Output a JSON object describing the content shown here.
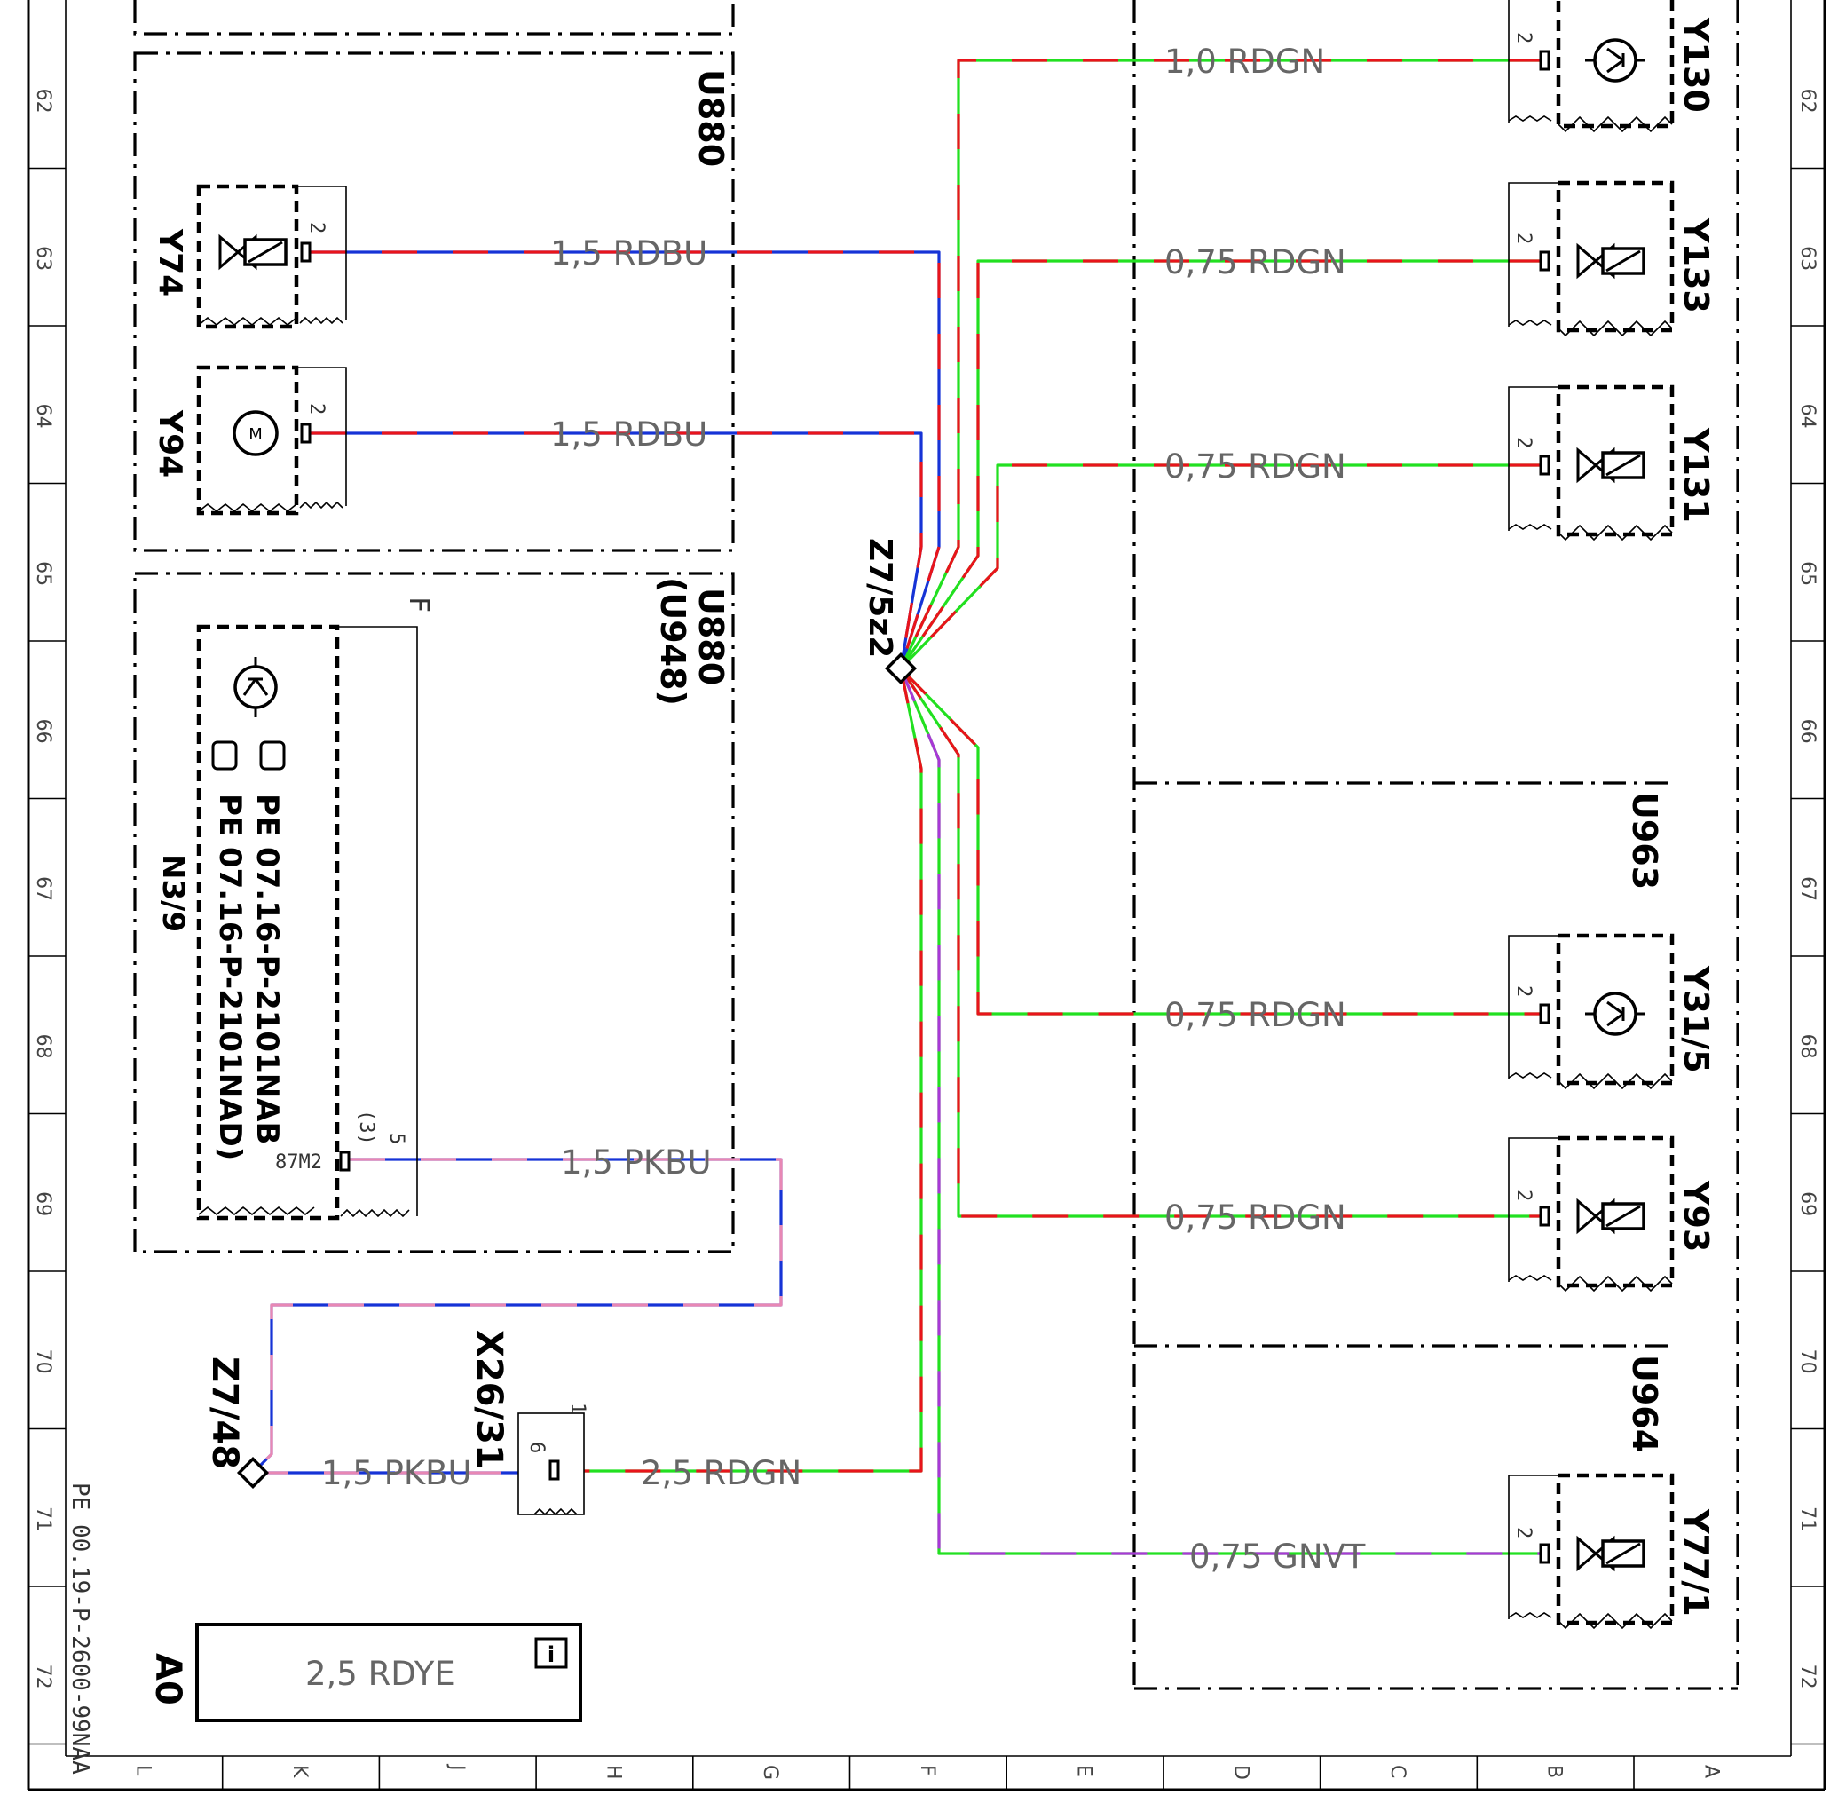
{
  "document_id": "PE 00.19-P-2600-99NAA",
  "row_labels": [
    "62",
    "63",
    "64",
    "65",
    "66",
    "67",
    "68",
    "69",
    "70",
    "71",
    "72"
  ],
  "column_labels": [
    "L",
    "K",
    "J",
    "H",
    "G",
    "F",
    "E",
    "D",
    "C",
    "B",
    "A"
  ],
  "groups": {
    "u880_top": "U880",
    "u880_mid": "U880",
    "u880_mid_alt": "(U948)",
    "u963": "U963",
    "u964": "U964"
  },
  "components": {
    "y74": {
      "ref": "Y74",
      "pin": "2"
    },
    "y94": {
      "ref": "Y94",
      "pin": "2"
    },
    "n3_9": {
      "ref": "N3/9",
      "note1": "PE 07.16-P-2101NAB",
      "note2": "PE 07.16-P-2101NAD)",
      "pin": "5",
      "pin_alt": "(3)",
      "pin_name": "87M2",
      "mark": "F"
    },
    "y130": {
      "ref": "Y130",
      "pin": "2"
    },
    "y133": {
      "ref": "Y133",
      "pin": "2"
    },
    "y131": {
      "ref": "Y131",
      "pin": "2"
    },
    "y31_5": {
      "ref": "Y31/5",
      "pin": "2"
    },
    "y93": {
      "ref": "Y93",
      "pin": "2"
    },
    "y77_1": {
      "ref": "Y77/1",
      "pin": "2"
    },
    "x26_31": {
      "ref": "X26/31",
      "pin": "6",
      "pin_top": "1"
    }
  },
  "splices": {
    "z7_5z2": "Z7/5z2",
    "z7_48": "Z7/48"
  },
  "wires": {
    "y74": "1,5 RDBU",
    "y94": "1,5 RDBU",
    "y130": "1,0 RDGN",
    "y133": "0,75 RDGN",
    "y131": "0,75 RDGN",
    "y31_5": "0,75 RDGN",
    "y93": "0,75 RDGN",
    "y77_1": "0,75 GNVT",
    "n3_9": "1,5 PKBU",
    "z7_48": "1,5 PKBU",
    "x26": "2,5 RDGN"
  },
  "legend": {
    "ref": "A0",
    "wire": "2,5 RDYE",
    "icon": "info-icon"
  },
  "colors": {
    "red": "#e8141b",
    "green": "#22e020",
    "blue": "#1633d6",
    "pink": "#e887b4",
    "violet": "#a838d6",
    "yellow": "#f4ec2a"
  }
}
